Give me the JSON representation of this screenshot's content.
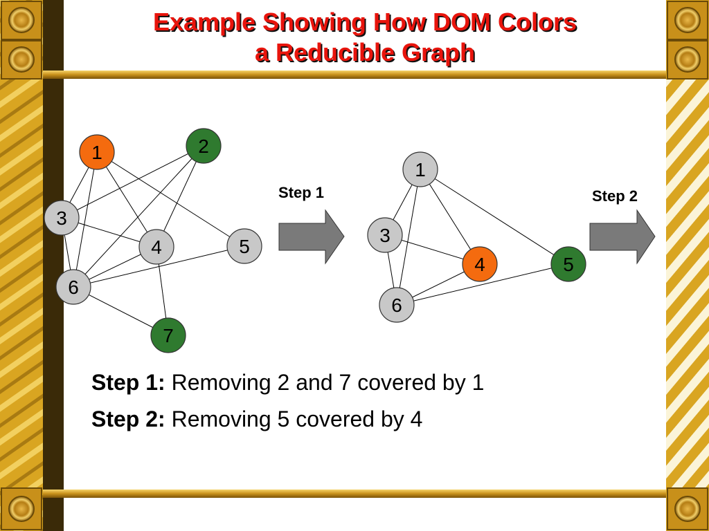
{
  "title": {
    "line1": "Example Showing How DOM Colors",
    "line2": "a Reducible Graph"
  },
  "colors": {
    "node_gray": "#c8c8c8",
    "node_orange": "#f46b0f",
    "node_green": "#2f7a2f",
    "title_red": "#e8140c",
    "frame_gold": "#d9a521",
    "frame_dark": "#3a2a08",
    "arrow_gray": "#7a7a7a"
  },
  "graph_before": {
    "nodes": [
      {
        "id": "1",
        "color": "orange"
      },
      {
        "id": "2",
        "color": "green"
      },
      {
        "id": "3",
        "color": "gray"
      },
      {
        "id": "4",
        "color": "gray"
      },
      {
        "id": "5",
        "color": "gray"
      },
      {
        "id": "6",
        "color": "gray"
      },
      {
        "id": "7",
        "color": "green"
      }
    ],
    "edges": [
      [
        "1",
        "3"
      ],
      [
        "1",
        "6"
      ],
      [
        "1",
        "4"
      ],
      [
        "1",
        "5"
      ],
      [
        "2",
        "3"
      ],
      [
        "2",
        "6"
      ],
      [
        "2",
        "4"
      ],
      [
        "3",
        "4"
      ],
      [
        "3",
        "6"
      ],
      [
        "4",
        "6"
      ],
      [
        "4",
        "7"
      ],
      [
        "6",
        "5"
      ],
      [
        "6",
        "7"
      ]
    ]
  },
  "graph_after": {
    "nodes": [
      {
        "id": "1",
        "color": "gray"
      },
      {
        "id": "3",
        "color": "gray"
      },
      {
        "id": "4",
        "color": "orange"
      },
      {
        "id": "5",
        "color": "green"
      },
      {
        "id": "6",
        "color": "gray"
      }
    ],
    "edges": [
      [
        "1",
        "3"
      ],
      [
        "1",
        "6"
      ],
      [
        "1",
        "4"
      ],
      [
        "1",
        "5"
      ],
      [
        "3",
        "4"
      ],
      [
        "3",
        "6"
      ],
      [
        "4",
        "6"
      ],
      [
        "6",
        "5"
      ]
    ]
  },
  "arrows": {
    "step1_label": "Step 1",
    "step2_label": "Step 2"
  },
  "captions": [
    {
      "head": "Step 1:",
      "text": " Removing 2 and 7 covered by 1"
    },
    {
      "head": "Step 2:",
      "text": " Removing 5 covered by 4"
    }
  ]
}
